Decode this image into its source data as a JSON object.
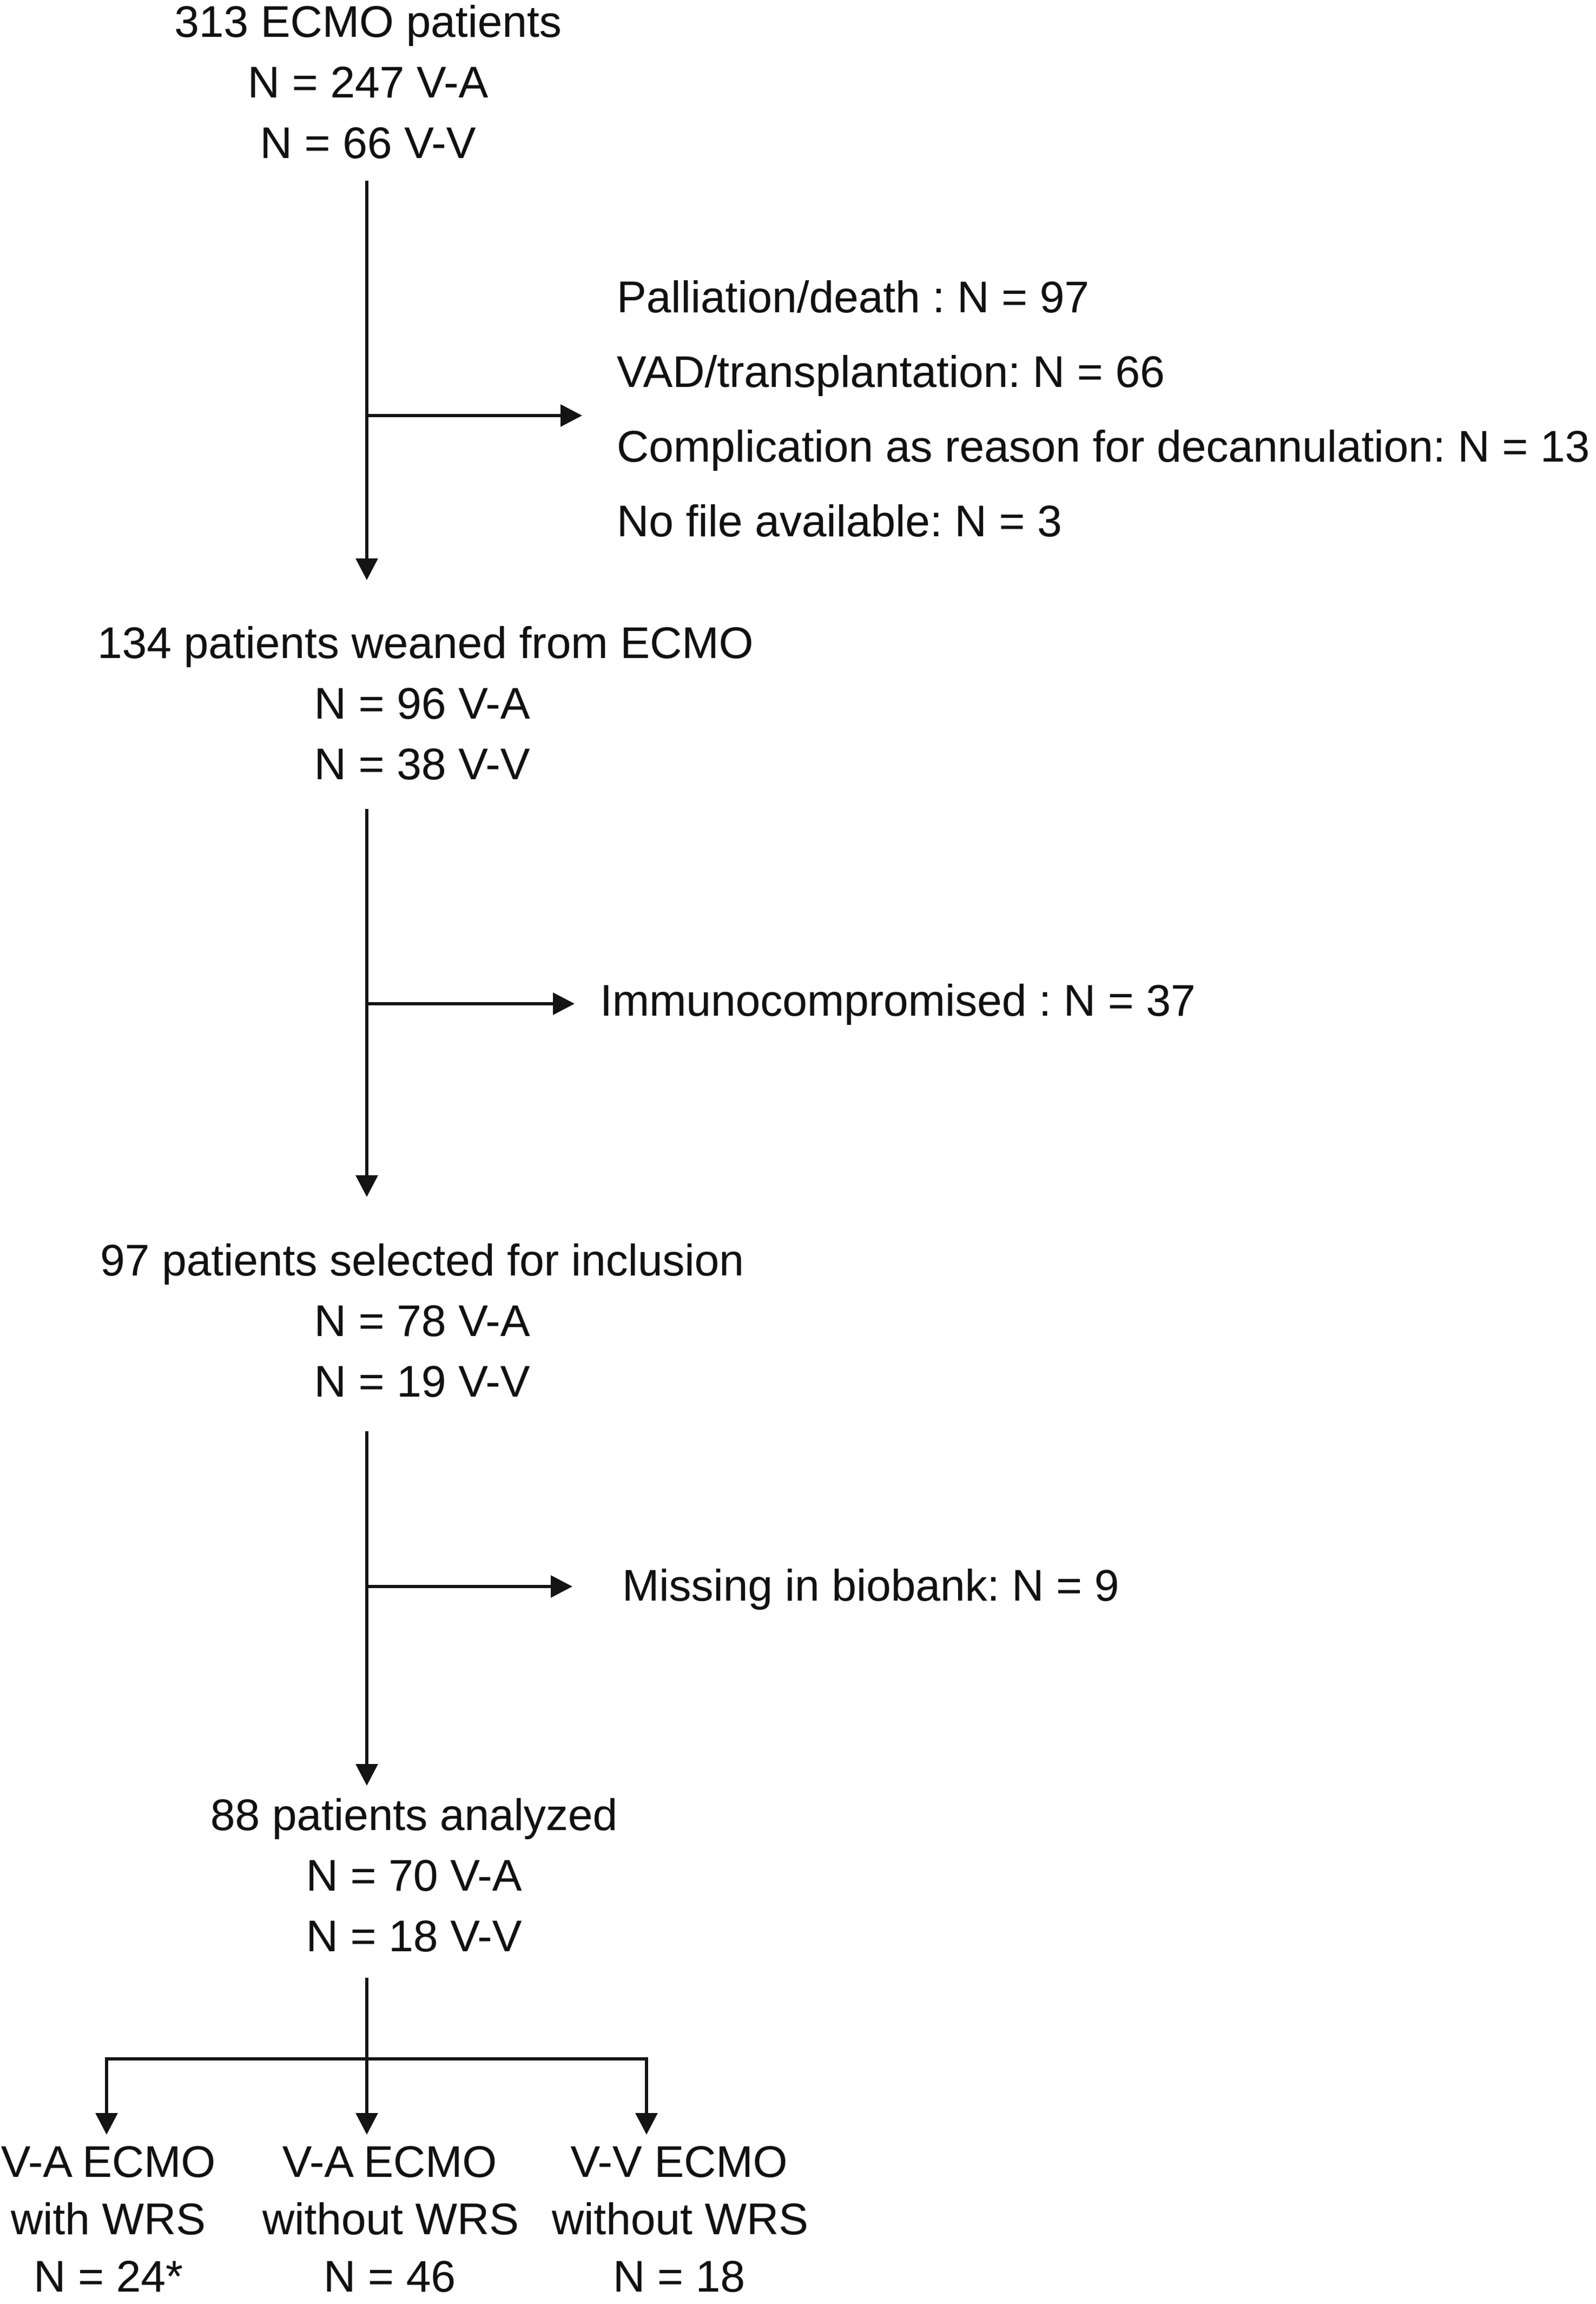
{
  "steps": [
    {
      "id": "enrolled",
      "lines": [
        "313 ECMO patients",
        "N = 247 V-A",
        "N = 66 V-V"
      ]
    },
    {
      "id": "weaned",
      "lines": [
        "134 patients weaned from ECMO",
        "N = 96 V-A",
        "N = 38 V-V"
      ]
    },
    {
      "id": "selected",
      "lines": [
        "97 patients selected for inclusion",
        "N = 78 V-A",
        "N = 19 V-V"
      ]
    },
    {
      "id": "analyzed",
      "lines": [
        "88 patients analyzed",
        "N = 70 V-A",
        "N = 18 V-V"
      ]
    }
  ],
  "exclusions": [
    {
      "id": "before-weaning",
      "lines": [
        "Palliation/death : N = 97",
        "VAD/transplantation: N = 66",
        "Complication as reason for decannulation: N = 13",
        "No file available: N = 3"
      ]
    },
    {
      "id": "immunocompromised",
      "lines": [
        "Immunocompromised : N = 37"
      ]
    },
    {
      "id": "missing-biobank",
      "lines": [
        "Missing in biobank: N = 9"
      ]
    }
  ],
  "final_groups": [
    {
      "id": "va-with-wrs",
      "lines": [
        "V-A ECMO",
        "with WRS",
        "N = 24*"
      ]
    },
    {
      "id": "va-without-wrs",
      "lines": [
        "V-A ECMO",
        "without WRS",
        "N = 46"
      ]
    },
    {
      "id": "vv-without-wrs",
      "lines": [
        "V-V ECMO",
        "without WRS",
        "N = 18"
      ]
    }
  ],
  "colors": {
    "ink": "#111111",
    "line": "#141414",
    "background": "#ffffff"
  }
}
